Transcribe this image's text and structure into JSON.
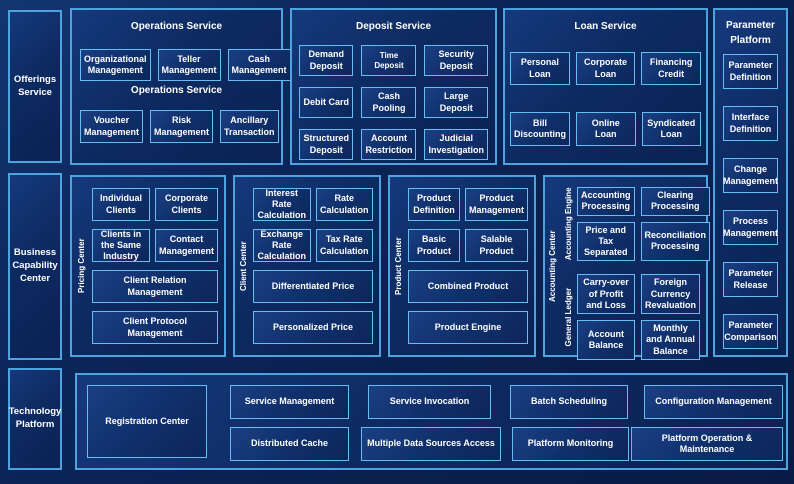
{
  "left_rail": {
    "offerings_label": "Offerings Service",
    "business_label": "Business Capability Center",
    "technology_label": "Technology Platform"
  },
  "operations_service": {
    "title": "Operations Service",
    "mid_label": "Operations Service",
    "row1": [
      "Organizational Management",
      "Teller Management",
      "Cash Management"
    ],
    "row2": [
      "Voucher Management",
      "Risk Management",
      "Ancillary Transaction"
    ]
  },
  "deposit_service": {
    "title": "Deposit Service",
    "boxes": [
      "Demand Deposit",
      "Time Deposit",
      "Security Deposit",
      "Debit Card",
      "Cash Pooling",
      "Large Deposit",
      "Structured Deposit",
      "Account Restriction",
      "Judicial Investigation"
    ]
  },
  "loan_service": {
    "title": "Loan Service",
    "boxes": [
      "Personal Loan",
      "Corporate Loan",
      "Financing Credit",
      "Bill Discounting",
      "Online Loan",
      "Syndicated Loan"
    ]
  },
  "parameter_platform": {
    "title": "Parameter Platform",
    "boxes": [
      "Parameter Definition",
      "Interface Definition",
      "Change Management",
      "Process Management",
      "Parameter Release",
      "Parameter Comparison"
    ]
  },
  "pricing_center": {
    "label": "Pricing Center",
    "grid": [
      "Individual Clients",
      "Corporate Clients",
      "Clients in the Same Industry",
      "Contact Management"
    ],
    "wide": [
      "Client Relation Management",
      "Client Protocol Management"
    ]
  },
  "client_center": {
    "label": "Client Center",
    "grid": [
      "Interest Rate Calculation",
      "Rate Calculation",
      "Exchange Rate Calculation",
      "Tax Rate Calculation"
    ],
    "wide": [
      "Differentiated Price",
      "Personalized Price"
    ]
  },
  "product_center": {
    "label": "Product Center",
    "grid": [
      "Product Definition",
      "Product Management",
      "Basic Product",
      "Salable Product"
    ],
    "wide": [
      "Combined Product",
      "Product Engine"
    ]
  },
  "accounting_center": {
    "label": "Accounting Center",
    "groups": [
      {
        "label": "Accounting Engine",
        "boxes": [
          "Accounting Processing",
          "Clearing Processing",
          "Price and Tax Separated",
          "Reconciliation Processing"
        ]
      },
      {
        "label": "General Ledger",
        "boxes": [
          "Carry-over of Profit and Loss",
          "Foreign Currency Revaluation",
          "Account Balance",
          "Monthly and Annual Balance"
        ]
      }
    ]
  },
  "technology_platform": {
    "registration": "Registration Center",
    "row1": [
      "Service Management",
      "Service Invocation",
      "Batch Scheduling",
      "Configuration Management"
    ],
    "row2": [
      "Distributed Cache",
      "Multiple Data Sources Access",
      "Platform Monitoring",
      "Platform Operation & Maintenance"
    ]
  },
  "colors": {
    "background": "#0a2152",
    "panel_fill": "#0d2a61",
    "panel_border": "#4da3e0",
    "box_border": "#66bdf4",
    "text": "#ffffff"
  }
}
